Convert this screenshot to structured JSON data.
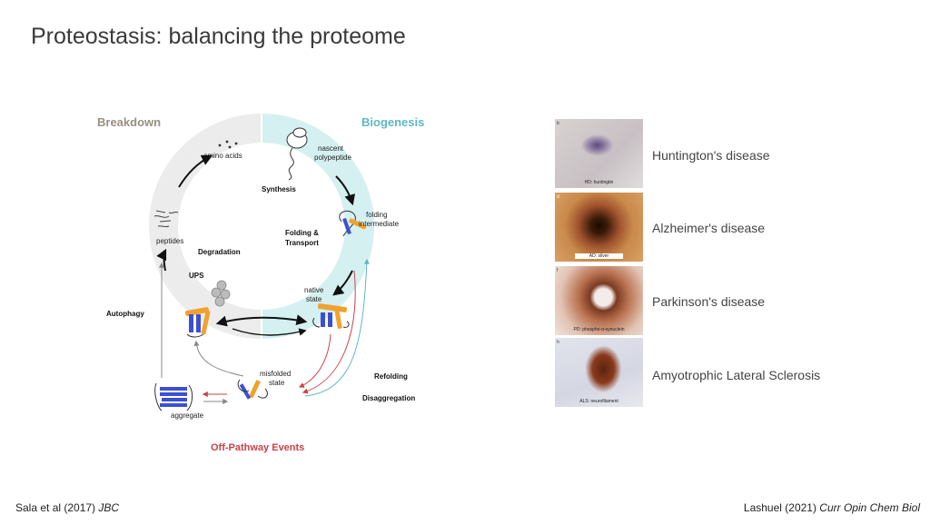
{
  "slide": {
    "title": "Proteostasis: balancing the proteome"
  },
  "diagram": {
    "breakdown": "Breakdown",
    "biogenesis": "Biogenesis",
    "amino_acids": "amino acids",
    "nascent_line1": "nascent",
    "nascent_line2": "polypeptide",
    "synthesis": "Synthesis",
    "folding_intermediate_line1": "folding",
    "folding_intermediate_line2": "intermediate",
    "folding_transport_line1": "Folding &",
    "folding_transport_line2": "Transport",
    "peptides": "peptides",
    "degradation": "Degradation",
    "ups": "UPS",
    "native_line1": "native",
    "native_line2": "state",
    "autophagy": "Autophagy",
    "misfolded_line1": "misfolded",
    "misfolded_line2": "state",
    "refolding": "Refolding",
    "disaggregation": "Disaggregation",
    "aggregate": "aggregate",
    "off_pathway": "Off-Pathway Events",
    "colors": {
      "breakdown": "#9a8f80",
      "biogenesis": "#5fb7c2",
      "off_pathway": "#c9424a",
      "ring_left": "#ececec",
      "ring_right": "#d5f0f0",
      "helix": "#f0a22e",
      "sheet": "#3d4fd1"
    }
  },
  "panels": [
    {
      "tag": "b",
      "caption": "HD: huntingtin",
      "disease": "Huntington's disease"
    },
    {
      "tag": "d",
      "caption": "AD: silver",
      "disease": "Alzheimer's disease"
    },
    {
      "tag": "f",
      "caption": "PD: phospho-α-synuclein",
      "disease": "Parkinson's disease"
    },
    {
      "tag": "h",
      "caption": "ALS: neurofilament",
      "disease": "Amyotrophic Lateral Sclerosis"
    }
  ],
  "citations": {
    "left_author": "Sala et al (2017) ",
    "left_journal": "JBC",
    "right_author": "Lashuel (2021) ",
    "right_journal": "Curr Opin Chem Biol"
  }
}
